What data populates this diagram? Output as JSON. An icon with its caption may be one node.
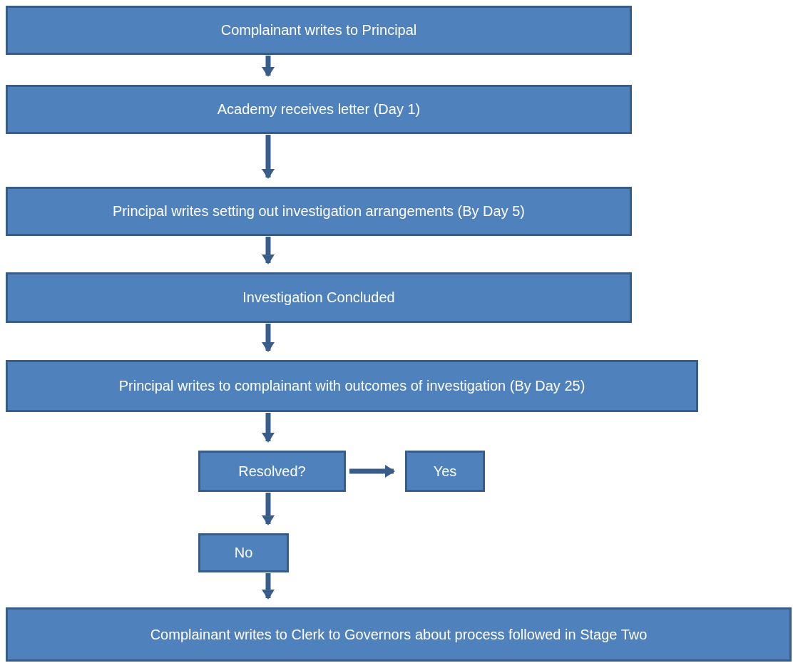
{
  "diagram": {
    "nodes": [
      {
        "text": [
          "Complainant writes to Principal"
        ]
      },
      {
        "text": [
          "Academy receives letter (Day 1)"
        ]
      },
      {
        "text": [
          "Principal writes setting out investigation arrangements (By Day 5)"
        ]
      },
      {
        "text": [
          "Investigation Concluded"
        ]
      },
      {
        "text": [
          "Principal writes to complainant with outcomes of investigation (By Day 25)"
        ]
      },
      {
        "text": [
          "Resolved?"
        ]
      },
      {
        "text": [
          "Yes"
        ]
      },
      {
        "text": [
          "No"
        ]
      },
      {
        "text": [
          "Complainant writes to Clerk to Governors about process followed in Stage Two"
        ]
      }
    ],
    "edges": [
      {
        "from": 0,
        "to": 1,
        "arrow": "to"
      },
      {
        "from": 1,
        "to": 2,
        "arrow": "to"
      },
      {
        "from": 2,
        "to": 3,
        "arrow": "to"
      },
      {
        "from": 3,
        "to": 4,
        "arrow": "to"
      },
      {
        "from": 4,
        "to": 5,
        "arrow": "to"
      },
      {
        "from": 5,
        "to": 6,
        "arrow": "to"
      },
      {
        "from": 5,
        "to": 7,
        "arrow": "to"
      },
      {
        "from": 7,
        "to": 8,
        "arrow": "to"
      }
    ]
  }
}
